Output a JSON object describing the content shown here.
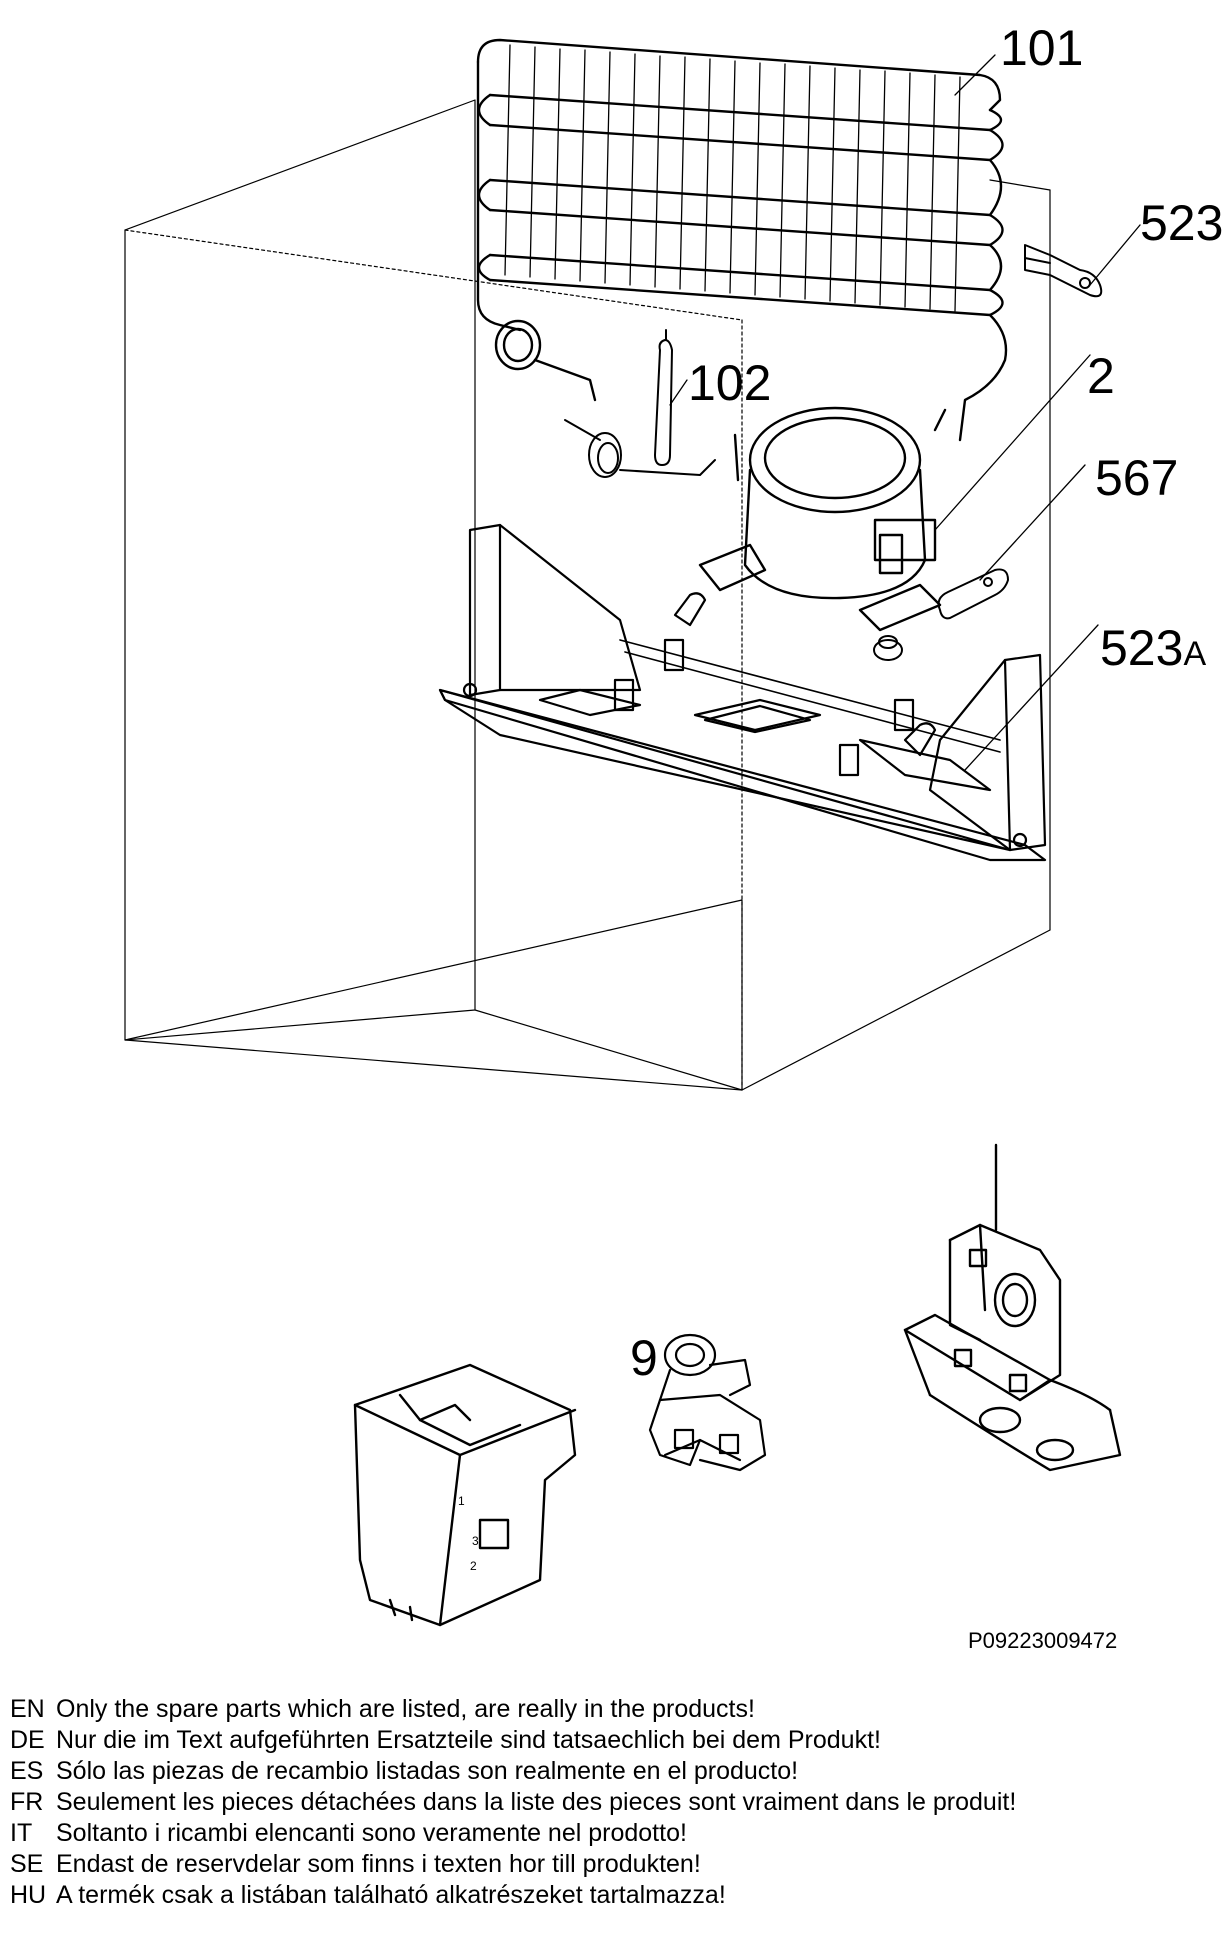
{
  "callouts": {
    "evaporator_grid": "101",
    "capillary_filter": "102",
    "bracket_right": "523",
    "compressor": "2",
    "clip": "567",
    "base_plate_main": "523",
    "base_plate_suffix": "A",
    "relay": "9"
  },
  "reference_code": "P09223009472",
  "notes": [
    {
      "lang": "EN",
      "text": "Only the spare parts which are listed, are really in the products!"
    },
    {
      "lang": "DE",
      "text": "Nur die im Text aufgeführten Ersatzteile sind tatsaechlich bei dem Produkt!"
    },
    {
      "lang": "ES",
      "text": "Sólo las piezas de recambio  listadas son realmente en el producto!"
    },
    {
      "lang": "FR",
      "text": "Seulement les pieces détachées dans la liste des pieces sont vraiment dans le produit!"
    },
    {
      "lang": "IT",
      "text": "Soltanto i ricambi elencanti sono veramente nel prodotto!"
    },
    {
      "lang": "SE",
      "text": "Endast de reservdelar som finns i texten hor till produkten!"
    },
    {
      "lang": "HU",
      "text": "A termék csak a listában található alkatrészeket tartalmazza!"
    }
  ],
  "dial_numbers": [
    "1",
    "2",
    "3"
  ]
}
